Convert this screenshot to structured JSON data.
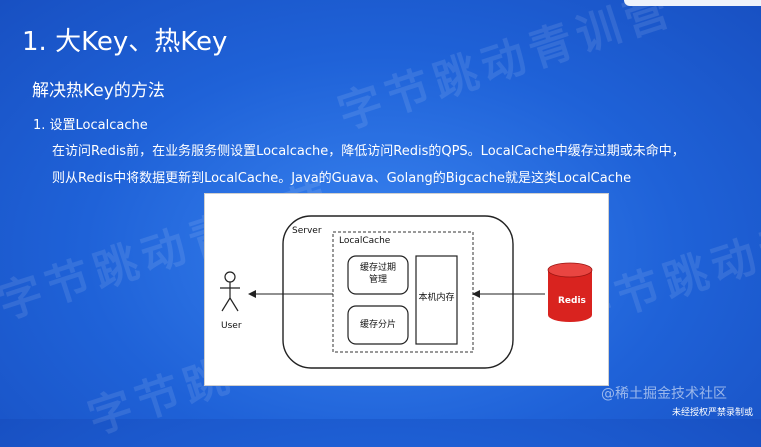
{
  "slide": {
    "title": "1. 大Key、热Key",
    "subtitle": "解决热Key的方法",
    "item": "1. 设置Localcache",
    "desc_line1": "在访问Redis前，在业务服务侧设置Localcache，降低访问Redis的QPS。LocalCache中缓存过期或未命中，",
    "desc_line2": "则从Redis中将数据更新到LocalCache。Java的Guava、Golang的Bigcache就是这类LocalCache"
  },
  "diagram": {
    "server_label": "Server",
    "localcache_label": "LocalCache",
    "expire_box": "缓存过期管理",
    "shard_box": "缓存分片",
    "memory_box": "本机内存",
    "user_label": "User",
    "redis_label": "Redis"
  },
  "watermark": {
    "text": "字节跳动青训营"
  },
  "footer": {
    "brand": "@稀土掘金技术社区",
    "note": "未经授权严禁录制或"
  },
  "colors": {
    "background": "#2a6fe6",
    "redis": "#d9231f"
  }
}
